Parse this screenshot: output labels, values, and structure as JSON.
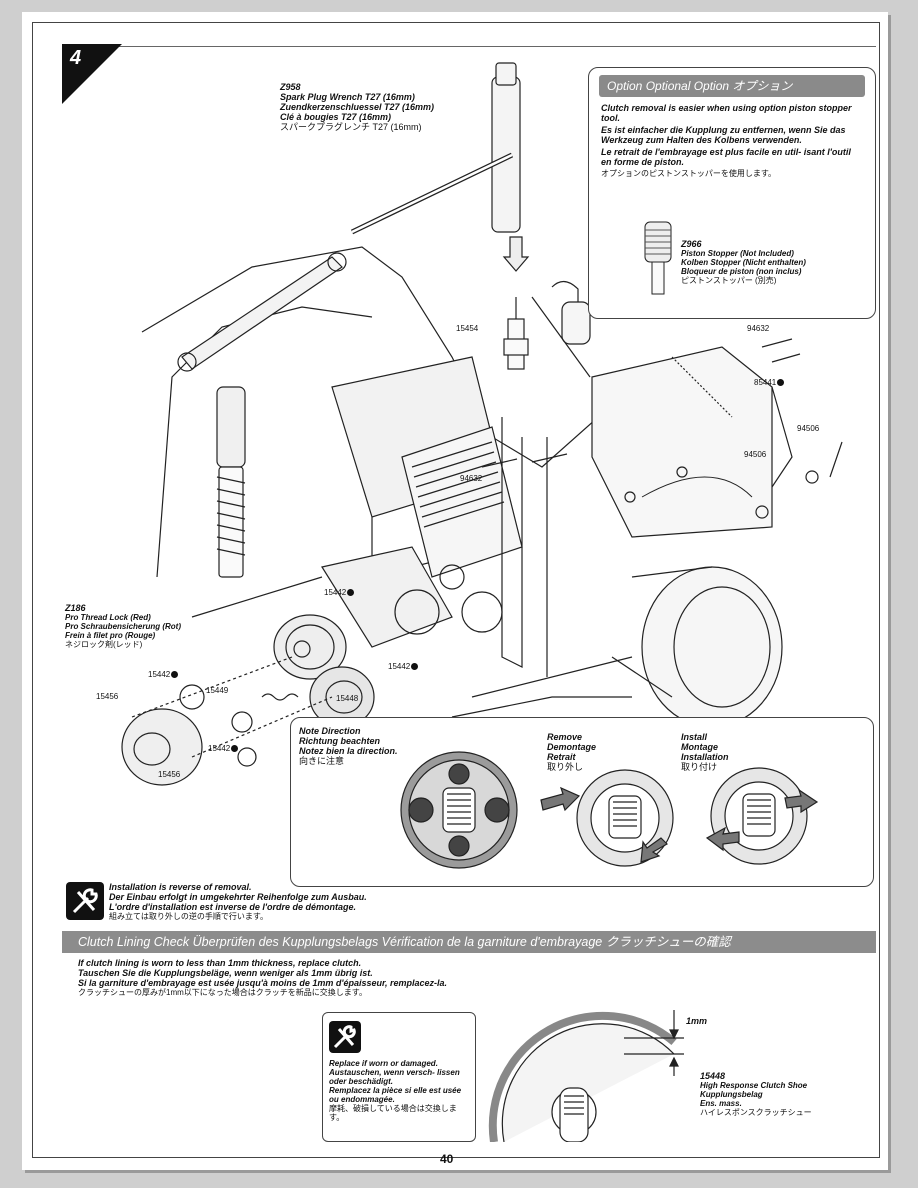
{
  "page": {
    "step_number": "4",
    "page_number": "40"
  },
  "tools": {
    "spark_wrench": {
      "code": "Z958",
      "names": [
        "Spark Plug Wrench T27 (16mm)",
        "Zuendkerzenschluessel T27 (16mm)",
        "Clé à bougies T27 (16mm)",
        "スパークプラグレンチ T27 (16mm)"
      ]
    },
    "thread_lock": {
      "code": "Z186",
      "names": [
        "Pro Thread Lock (Red)",
        "Pro Schraubensicherung (Rot)",
        "Frein à filet pro (Rouge)",
        "ネジロック剤(レッド)"
      ]
    }
  },
  "option_box": {
    "header": "Option   Optional   Option   オプション",
    "lines": [
      "Clutch removal is easier when using option piston stopper tool.",
      "Es ist einfacher die Kupplung zu entfernen, wenn Sie das Werkzeug zum Halten des Kolbens verwenden.",
      "Le retrait de l'embrayage est plus facile en util- isant l'outil en forme de piston.",
      "オプションのピストンストッパーを使用します。"
    ],
    "tool_code": "Z966",
    "tool_names": [
      "Piston Stopper (Not Included)",
      "Kolben Stopper (Nicht enthalten)",
      "Bloqueur de piston (non inclus)",
      "ピストンストッパー (別売)"
    ]
  },
  "parts": {
    "p15454": "15454",
    "p94632a": "94632",
    "p94632b": "94632",
    "p85441": "85441",
    "p94506a": "94506",
    "p94506b": "94506",
    "p15442a": "15442",
    "p15442b": "15442",
    "p15442c": "15442",
    "p15442d": "15442",
    "p15456a": "15456",
    "p15456b": "15456",
    "p15449": "15449",
    "p15448": "15448"
  },
  "clutch_panel": {
    "note_direction": [
      "Note Direction",
      "Richtung beachten",
      "Notez bien la direction.",
      "向きに注意"
    ],
    "remove": [
      "Remove",
      "Demontage",
      "Retrait",
      "取り外し"
    ],
    "install": [
      "Install",
      "Montage",
      "Installation",
      "取り付け"
    ]
  },
  "install_note": [
    "Installation is reverse of removal.",
    "Der Einbau erfolgt in umgekehrter Reihenfolge zum Ausbau.",
    "L'ordre d'installation est inverse de l'ordre de démontage.",
    "組み立ては取り外しの逆の手順で行います。"
  ],
  "lining_section": {
    "title": "Clutch Lining Check   Überprüfen des Kupplungsbelags   Vérification de la garniture d'embrayage   クラッチシューの確認",
    "lines": [
      "If clutch lining is worn to less than 1mm thickness, replace clutch.",
      "Tauschen Sie die Kupplungsbeläge, wenn weniger als 1mm übrig ist.",
      "Si la garniture d'embrayage est usée jusqu'à moins de 1mm d'épaisseur, remplacez-la.",
      "クラッチシューの厚みが1mm以下になった場合はクラッチを新品に交換します。"
    ],
    "replace_note": [
      "Replace if worn or damaged.",
      "Austauschen, wenn versch- lissen oder beschädigt.",
      "Remplacez la pièce si elle est usée ou endommagée.",
      "摩耗、破損している場合は交換します。"
    ],
    "dimension": "1mm",
    "shoe_code": "15448",
    "shoe_names": [
      "High Response Clutch Shoe",
      "Kupplungsbelag",
      "Ens. mass.",
      "ハイレスポンスクラッチシュー"
    ]
  },
  "colors": {
    "bar": "#8c8c8c",
    "ink": "#111111"
  }
}
